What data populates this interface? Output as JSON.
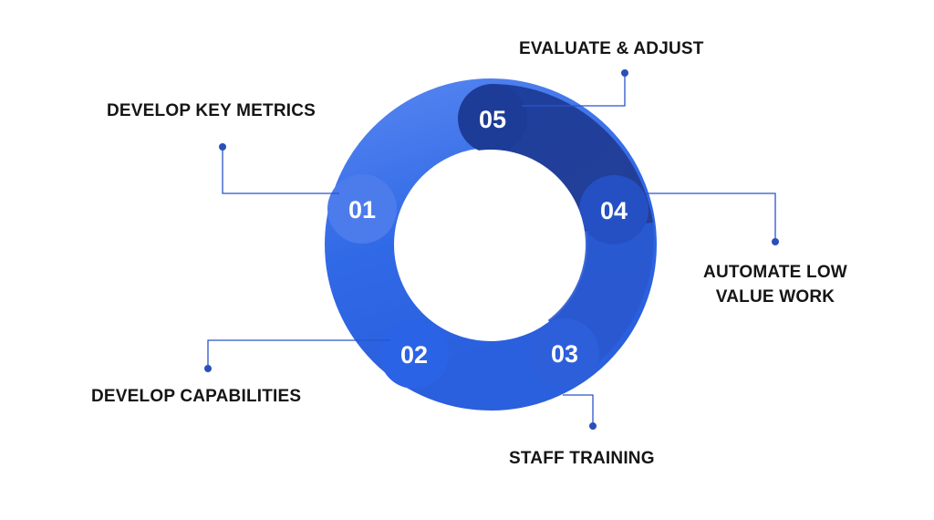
{
  "diagram": {
    "steps": [
      {
        "number": "01",
        "title": "DEVELOP KEY METRICS",
        "lines": [
          "DEVELOP KEY METRICS"
        ]
      },
      {
        "number": "02",
        "title": "DEVELOP CAPABILITIES",
        "lines": [
          "DEVELOP CAPABILITIES"
        ]
      },
      {
        "number": "03",
        "title": "STAFF TRAINING",
        "lines": [
          "STAFF TRAINING"
        ]
      },
      {
        "number": "04",
        "title": "AUTOMATE LOW VALUE WORK",
        "lines": [
          "AUTOMATE LOW",
          "VALUE WORK"
        ]
      },
      {
        "number": "05",
        "title": "EVALUATE & ADJUST",
        "lines": [
          "EVALUATE & ADJUST"
        ]
      }
    ],
    "colors": {
      "ring_light": "#4f80ee",
      "ring_mid": "#2f63e3",
      "ring_dark": "#1d3f9c",
      "connector": "#2a55c9",
      "label_text": "#151515",
      "number_text": "#ffffff"
    }
  }
}
